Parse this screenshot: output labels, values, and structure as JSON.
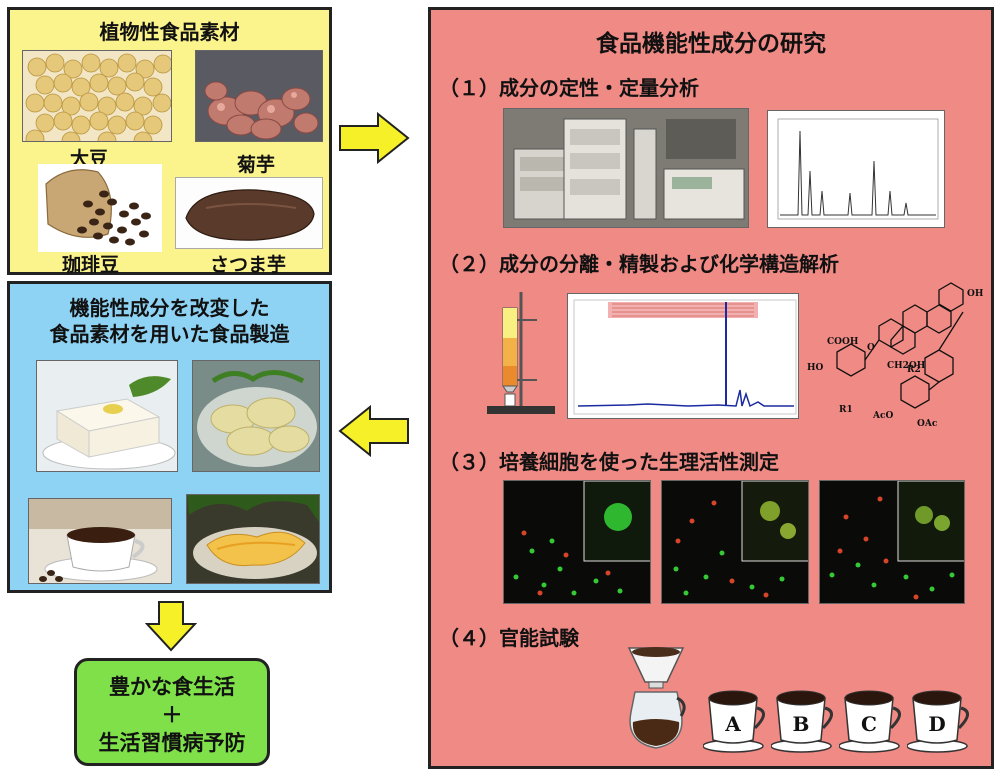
{
  "materials": {
    "title": "植物性食品素材",
    "items": [
      "大豆",
      "菊芋",
      "珈琲豆",
      "さつま芋"
    ]
  },
  "products": {
    "title_line1": "機能性成分を改変した",
    "title_line2": "食品素材を用いた食品製造"
  },
  "outcome": {
    "line1": "豊かな食生活",
    "plus": "＋",
    "line2": "生活習慣病予防"
  },
  "research": {
    "title": "食品機能性成分の研究",
    "sections": [
      "（１）成分の定性・定量分析",
      "（２）成分の分離・精製および化学構造解析",
      "（３）培養細胞を使った生理活性測定",
      "（４）官能試験"
    ],
    "structure_labels": [
      "COOH",
      "HO",
      "OH",
      "O",
      "R1",
      "CH2OH",
      "R2",
      "OAc",
      "AcO"
    ],
    "cups": [
      "A",
      "B",
      "C",
      "D"
    ]
  },
  "colors": {
    "yellow_box": "#fbf38c",
    "blue_box": "#8fd3f4",
    "red_box": "#f08a84",
    "green_box": "#7fe04a",
    "arrow": "#f5f028"
  }
}
